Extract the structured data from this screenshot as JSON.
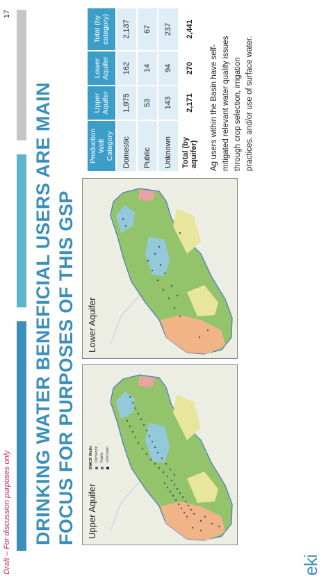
{
  "header": {
    "draft_note": "Draft – For discussion purposes only",
    "page_number": "17"
  },
  "title": "DRINKING WATER BENEFICIAL USERS ARE MAIN FOCUS FOR PURPOSES OF THIS GSP",
  "maps": {
    "upper_label": "Upper Aquifer",
    "lower_label": "Lower Aquifer",
    "legend": {
      "title": "DWCR Wells",
      "items": [
        "Domestic",
        "Public",
        "Unknown"
      ]
    }
  },
  "table": {
    "headers": [
      "Production Well Category",
      "Upper Aquifer",
      "Lower Aquifer",
      "Total (by category)"
    ],
    "rows": [
      {
        "category": "Domestic",
        "upper": "1,975",
        "lower": "162",
        "total": "2,137"
      },
      {
        "category": "Public",
        "upper": "53",
        "lower": "14",
        "total": "67"
      },
      {
        "category": "Unknown",
        "upper": "143",
        "lower": "94",
        "total": "237"
      }
    ],
    "totals": {
      "label": "Total (by aquifer)",
      "upper": "2,171",
      "lower": "270",
      "total": "2,441"
    }
  },
  "note": "Ag users within the Basin have self-mitigated relevant water quality issues through crop selection, irrigation practices, and/or use of surface water.",
  "logo": "eki",
  "colors": {
    "accent": "#3c8fba",
    "draft": "#d0245a",
    "table_header": "#3c9ec8",
    "table_cell": "#dfeef6"
  }
}
